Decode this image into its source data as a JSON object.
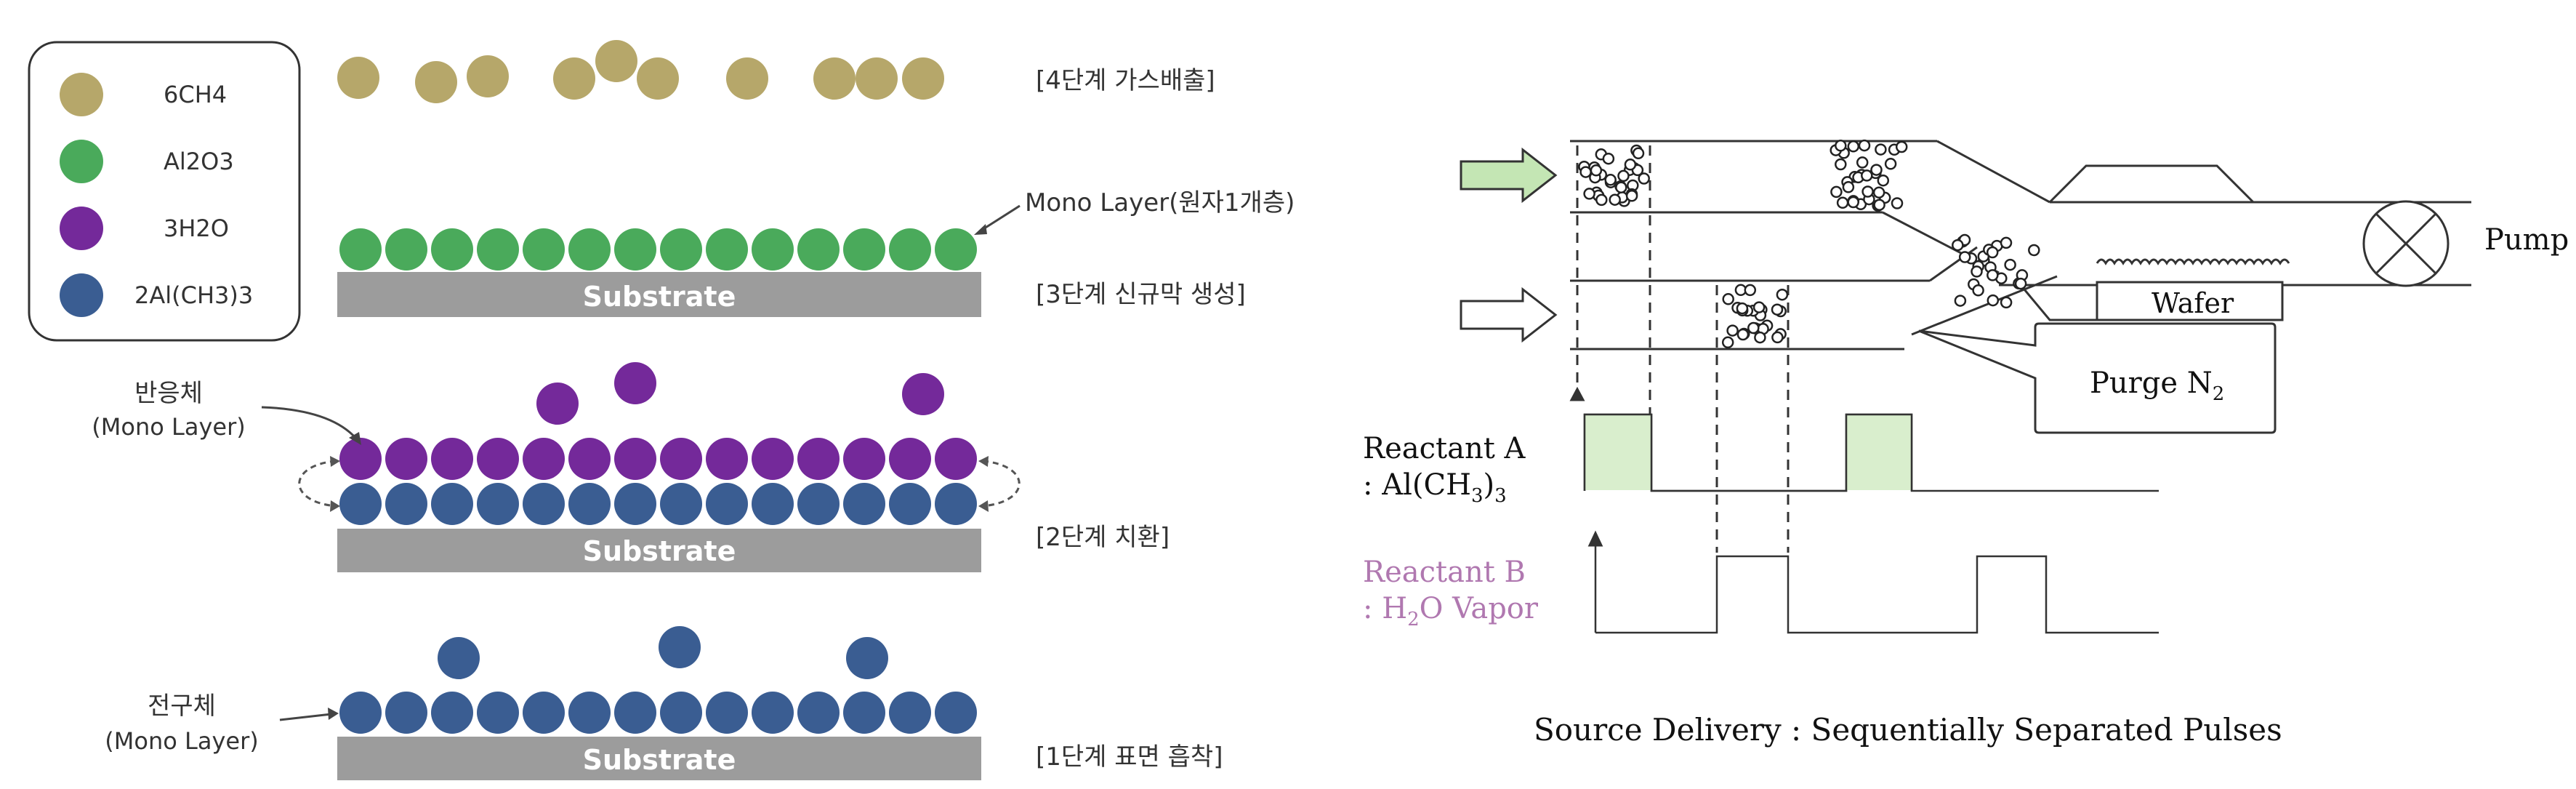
{
  "colors": {
    "methane": "#b6a76a",
    "alumina": "#4aaa5b",
    "water": "#74299a",
    "tma": "#3a5d92",
    "substrate": "#9c9c9c",
    "pulse_a_fill": "#d9eecd",
    "reactant_b_text": "#b078b0",
    "arrow_fill": "#c4e6b4"
  },
  "legend": {
    "items": [
      {
        "label": "6CH4",
        "color_key": "methane"
      },
      {
        "label": "Al2O3",
        "color_key": "alumina"
      },
      {
        "label": "3H2O",
        "color_key": "water"
      },
      {
        "label": "2Al(CH3)3",
        "color_key": "tma"
      }
    ]
  },
  "left_panel": {
    "substrate_label": "Substrate",
    "stage4_label": "[4단계 가스배출]",
    "stage3_label": "[3단계 신규막 생성]",
    "stage2_label": "[2단계 치환]",
    "stage1_label": "[1단계 표면 흡착]",
    "mono_layer_note": "Mono Layer(원자1개층)",
    "reactant_label": "반응체",
    "reactant_sub": "(Mono Layer)",
    "precursor_label": "전구체",
    "precursor_sub": "(Mono Layer)"
  },
  "right_panel": {
    "pump_label": "Pump",
    "wafer_label": "Wafer",
    "purge_label": "Purge N",
    "purge_sub": "2",
    "reactant_a_line1": "Reactant A",
    "reactant_a_line2_pre": ": Al(CH",
    "reactant_a_line2_sub1": "3",
    "reactant_a_line2_mid": ")",
    "reactant_a_line2_sub2": "3",
    "reactant_b_line1": "Reactant B",
    "reactant_b_line2_pre": ": H",
    "reactant_b_line2_sub": "2",
    "reactant_b_line2_post": "O Vapor",
    "caption": "Source Delivery : Sequentially Separated Pulses"
  }
}
